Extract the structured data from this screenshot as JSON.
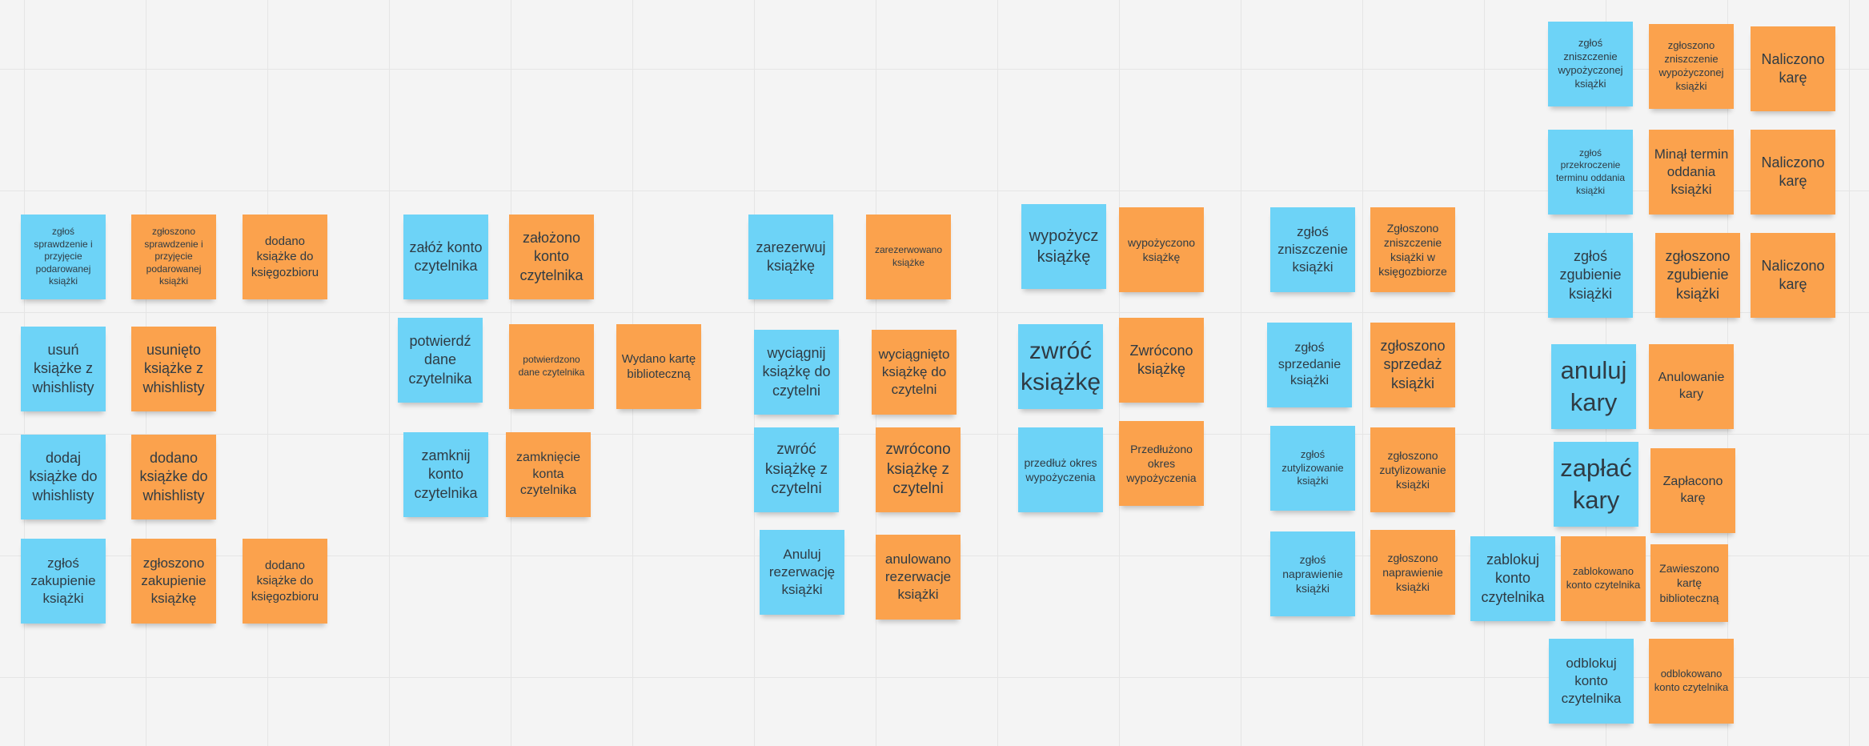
{
  "colors": {
    "command": "#6dd3f7",
    "event": "#fba24d",
    "background": "#f4f4f4"
  },
  "notes": {
    "n1": "zgłoś sprawdzenie i przyjęcie podarowanej książki",
    "n2": "zgłoszono sprawdzenie i przyjęcie podarowanej książki",
    "n3": "dodano książke do księgozbioru",
    "n4": "usuń książke z whishlisty",
    "n5": "usunięto książke z whishlisty",
    "n6": "dodaj książke do whishlisty",
    "n7": "dodano książke do whishlisty",
    "n8": "zgłoś zakupienie książki",
    "n9": "zgłoszono zakupienie książkę",
    "n10": "dodano książke do księgozbioru",
    "n11": "załóż konto czytelnika",
    "n12": "założono konto czytelnika",
    "n13": "potwierdź dane czytelnika",
    "n14": "potwierdzono dane czytelnika",
    "n15": "Wydano kartę biblioteczną",
    "n16": "zamknij konto czytelnika",
    "n17": "zamknięcie konta czytelnika",
    "n18": "zarezerwuj książkę",
    "n19": "zarezerwowano książke",
    "n20": "wyciągnij książkę do czytelni",
    "n21": "wyciągnięto książkę do czytelni",
    "n22": "zwróć książkę z czytelni",
    "n23": "zwrócono książkę z czytelni",
    "n24": "Anuluj rezerwację książki",
    "n25": "anulowano rezerwacje książki",
    "n26": "wypożycz książkę",
    "n27": "wypożyczono książkę",
    "n28": "zwróć książkę",
    "n29": "Zwrócono książkę",
    "n30": "przedłuż okres wypożyczenia",
    "n31": "Przedłużono okres wypożyczenia",
    "n32": "zgłoś zniszczenie książki",
    "n33": "Zgłoszono zniszczenie książki w księgozbiorze",
    "n34": "zgłoś sprzedanie książki",
    "n35": "zgłoszono sprzedaż książki",
    "n36": "zgłoś zutylizowanie książki",
    "n37": "zgłoszono zutylizowanie książki",
    "n38": "zgłoś naprawienie książki",
    "n39": "zgłoszono naprawienie książki",
    "n40": "zablokuj konto czytelnika",
    "n41": "zablokowano konto czytelnika",
    "n42": "Zawieszono kartę biblioteczną",
    "n43": "odblokuj konto czytelnika",
    "n44": "odblokowano konto czytelnika",
    "n45": "zgłoś zniszczenie wypożyczonej książki",
    "n46": "zgłoszono zniszczenie wypożyczonej książki",
    "n47": "Naliczono karę",
    "n48": "zgłoś przekroczenie terminu oddania książki",
    "n49": "Minął termin oddania książki",
    "n50": "Naliczono karę",
    "n51": "zgłoś zgubienie książki",
    "n52": "zgłoszono zgubienie książki",
    "n53": "Naliczono karę",
    "n54": "anuluj kary",
    "n55": "Anulowanie kary",
    "n56": "zapłać kary",
    "n57": "Zapłacono karę"
  }
}
